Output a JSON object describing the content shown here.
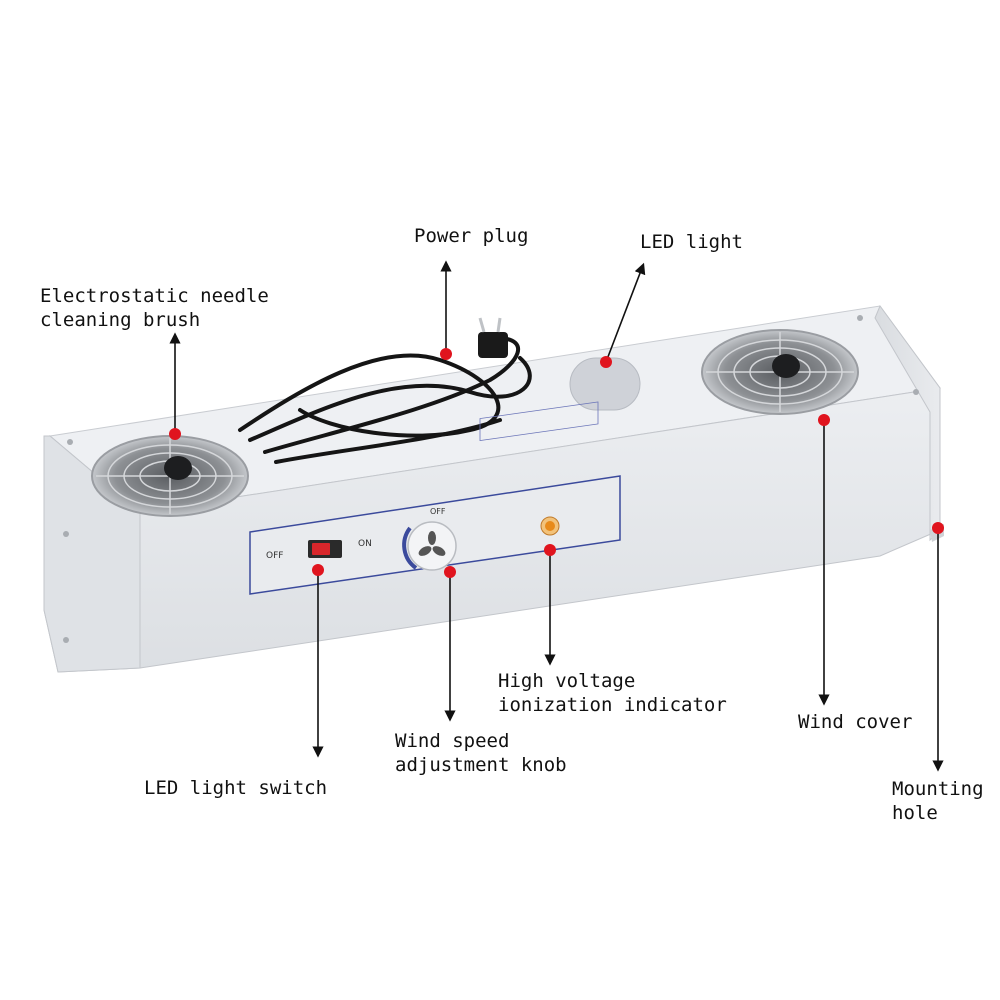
{
  "labels": {
    "power_plug": "Power plug",
    "led_light": "LED light",
    "brush_line1": "Electrostatic needle",
    "brush_line2": "cleaning brush",
    "hv_line1": "High voltage",
    "hv_line2": "ionization indicator",
    "wind_speed_line1": "Wind speed",
    "wind_speed_line2": "adjustment knob",
    "wind_cover": "Wind cover",
    "mounting_line1": "Mounting",
    "mounting_line2": "hole",
    "led_switch": "LED light switch"
  },
  "panel": {
    "off": "OFF",
    "on": "ON",
    "knob_off": "OFF"
  },
  "colors": {
    "marker": "#e0141e",
    "body": "#e4e6e9",
    "body_top": "#eeeff2",
    "panel_border": "#3b4a9c",
    "switch": "#d8262b",
    "indicator": "#e88a1a"
  }
}
